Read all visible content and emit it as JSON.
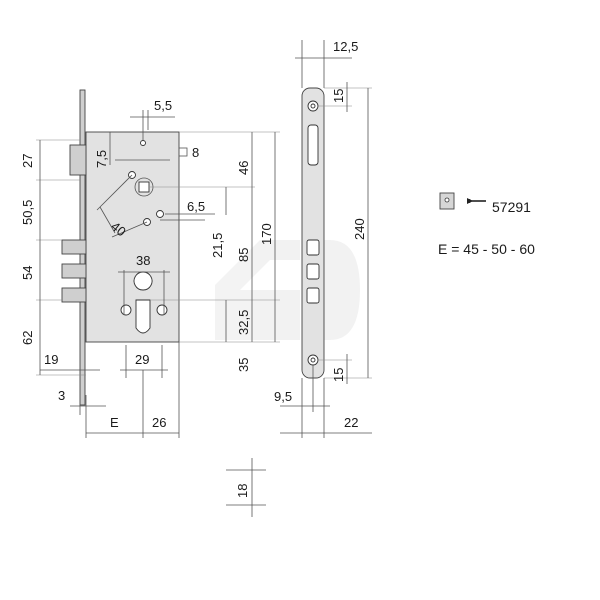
{
  "dimensions": {
    "d_5_5": "5,5",
    "d_7_5": "7,5",
    "d_8": "8",
    "d_27": "27",
    "d_46": "46",
    "d_50_5": "50,5",
    "d_40": "40",
    "d_6_5": "6,5",
    "d_21_5": "21,5",
    "d_85": "85",
    "d_170": "170",
    "d_54": "54",
    "d_38": "38",
    "d_62": "62",
    "d_32_5": "32,5",
    "d_19": "19",
    "d_29": "29",
    "d_35": "35",
    "d_3": "3",
    "d_e": "E",
    "d_26": "26",
    "d_12_5": "12,5",
    "d_15_top": "15",
    "d_240": "240",
    "d_15_bottom": "15",
    "d_9_5": "9,5",
    "d_22": "22",
    "d_18": "18"
  },
  "legend": {
    "code": "57291",
    "backset": "E = 45 - 50 - 60"
  }
}
